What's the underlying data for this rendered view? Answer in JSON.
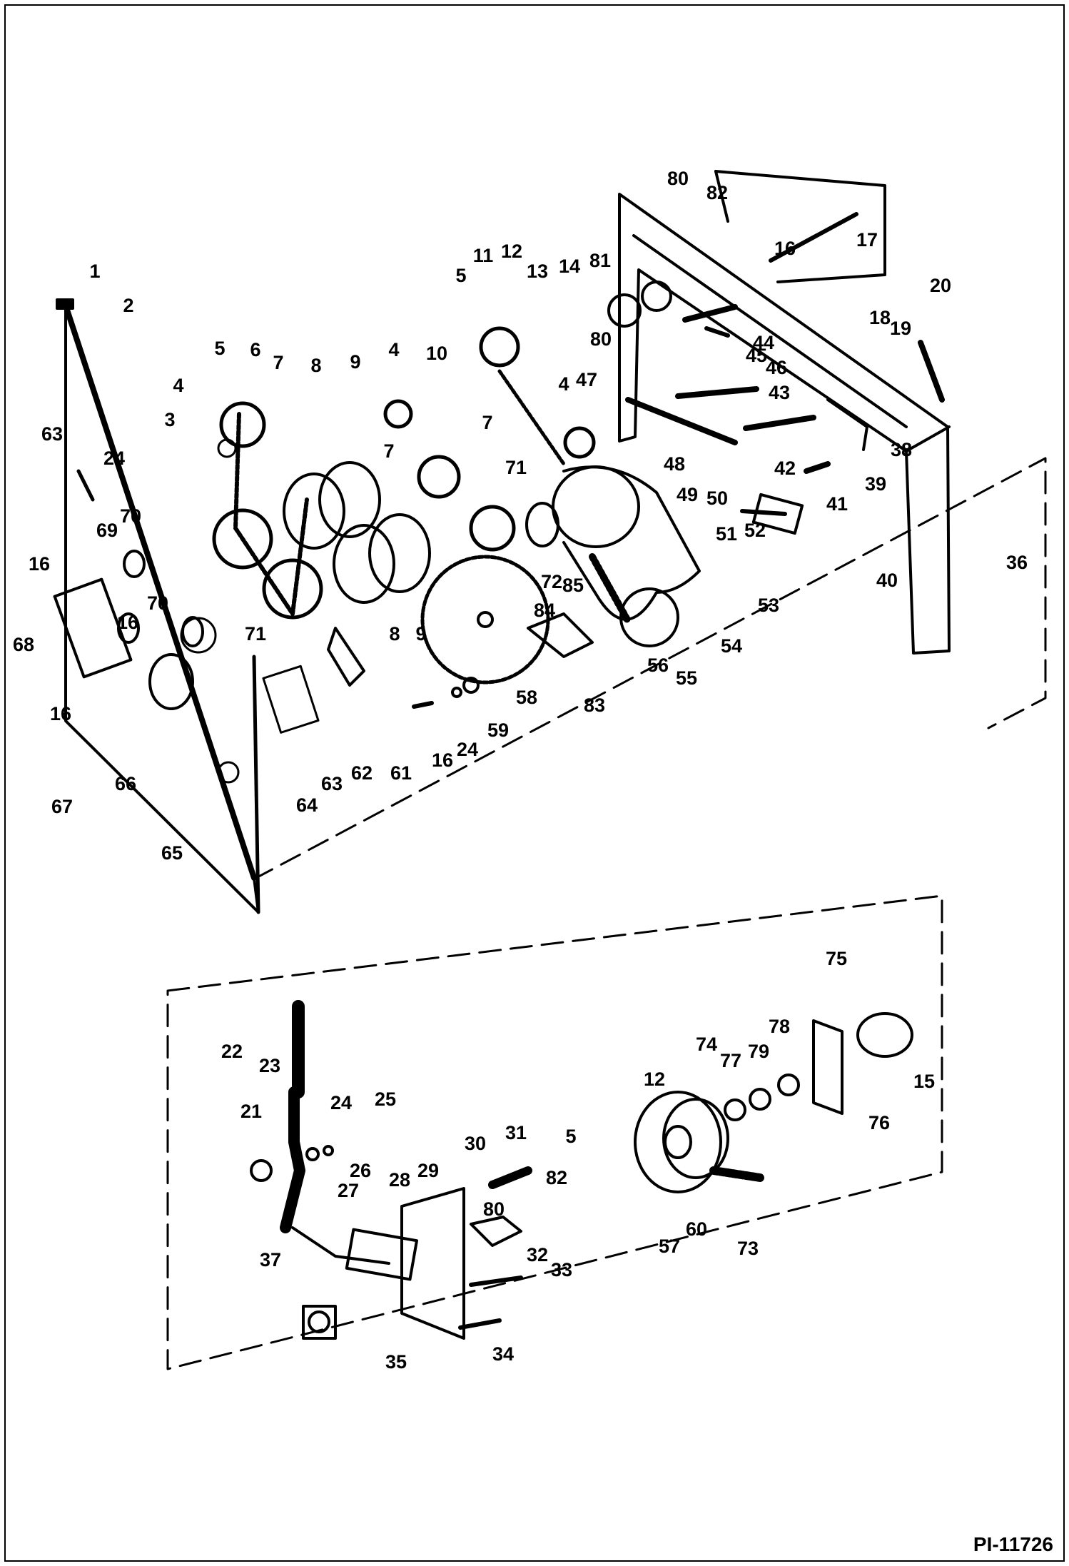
{
  "figure": {
    "ref": "PI-11726"
  },
  "callouts": [
    {
      "label": "1"
    },
    {
      "label": "2"
    },
    {
      "label": "3"
    },
    {
      "label": "4"
    },
    {
      "label": "5"
    },
    {
      "label": "6"
    },
    {
      "label": "7"
    },
    {
      "label": "8"
    },
    {
      "label": "9"
    },
    {
      "label": "4"
    },
    {
      "label": "10"
    },
    {
      "label": "7"
    },
    {
      "label": "7"
    },
    {
      "label": "71"
    },
    {
      "label": "5"
    },
    {
      "label": "11"
    },
    {
      "label": "12"
    },
    {
      "label": "13"
    },
    {
      "label": "14"
    },
    {
      "label": "81"
    },
    {
      "label": "80"
    },
    {
      "label": "82"
    },
    {
      "label": "16"
    },
    {
      "label": "17"
    },
    {
      "label": "20"
    },
    {
      "label": "18"
    },
    {
      "label": "19"
    },
    {
      "label": "80"
    },
    {
      "label": "45"
    },
    {
      "label": "44"
    },
    {
      "label": "46"
    },
    {
      "label": "47"
    },
    {
      "label": "43"
    },
    {
      "label": "4"
    },
    {
      "label": "38"
    },
    {
      "label": "42"
    },
    {
      "label": "39"
    },
    {
      "label": "48"
    },
    {
      "label": "49"
    },
    {
      "label": "50"
    },
    {
      "label": "41"
    },
    {
      "label": "51"
    },
    {
      "label": "52"
    },
    {
      "label": "40"
    },
    {
      "label": "36"
    },
    {
      "label": "53"
    },
    {
      "label": "54"
    },
    {
      "label": "55"
    },
    {
      "label": "56"
    },
    {
      "label": "83"
    },
    {
      "label": "72"
    },
    {
      "label": "85"
    },
    {
      "label": "84"
    },
    {
      "label": "58"
    },
    {
      "label": "59"
    },
    {
      "label": "24"
    },
    {
      "label": "16"
    },
    {
      "label": "61"
    },
    {
      "label": "62"
    },
    {
      "label": "63"
    },
    {
      "label": "64"
    },
    {
      "label": "9"
    },
    {
      "label": "8"
    },
    {
      "label": "71"
    },
    {
      "label": "63"
    },
    {
      "label": "24"
    },
    {
      "label": "16"
    },
    {
      "label": "69"
    },
    {
      "label": "70"
    },
    {
      "label": "70"
    },
    {
      "label": "16"
    },
    {
      "label": "68"
    },
    {
      "label": "16"
    },
    {
      "label": "66"
    },
    {
      "label": "67"
    },
    {
      "label": "65"
    },
    {
      "label": "22"
    },
    {
      "label": "23"
    },
    {
      "label": "21"
    },
    {
      "label": "24"
    },
    {
      "label": "25"
    },
    {
      "label": "26"
    },
    {
      "label": "27"
    },
    {
      "label": "28"
    },
    {
      "label": "29"
    },
    {
      "label": "30"
    },
    {
      "label": "31"
    },
    {
      "label": "37"
    },
    {
      "label": "82"
    },
    {
      "label": "80"
    },
    {
      "label": "32"
    },
    {
      "label": "33"
    },
    {
      "label": "34"
    },
    {
      "label": "35"
    },
    {
      "label": "5"
    },
    {
      "label": "12"
    },
    {
      "label": "57"
    },
    {
      "label": "60"
    },
    {
      "label": "73"
    },
    {
      "label": "74"
    },
    {
      "label": "77"
    },
    {
      "label": "79"
    },
    {
      "label": "78"
    },
    {
      "label": "75"
    },
    {
      "label": "15"
    },
    {
      "label": "76"
    }
  ]
}
